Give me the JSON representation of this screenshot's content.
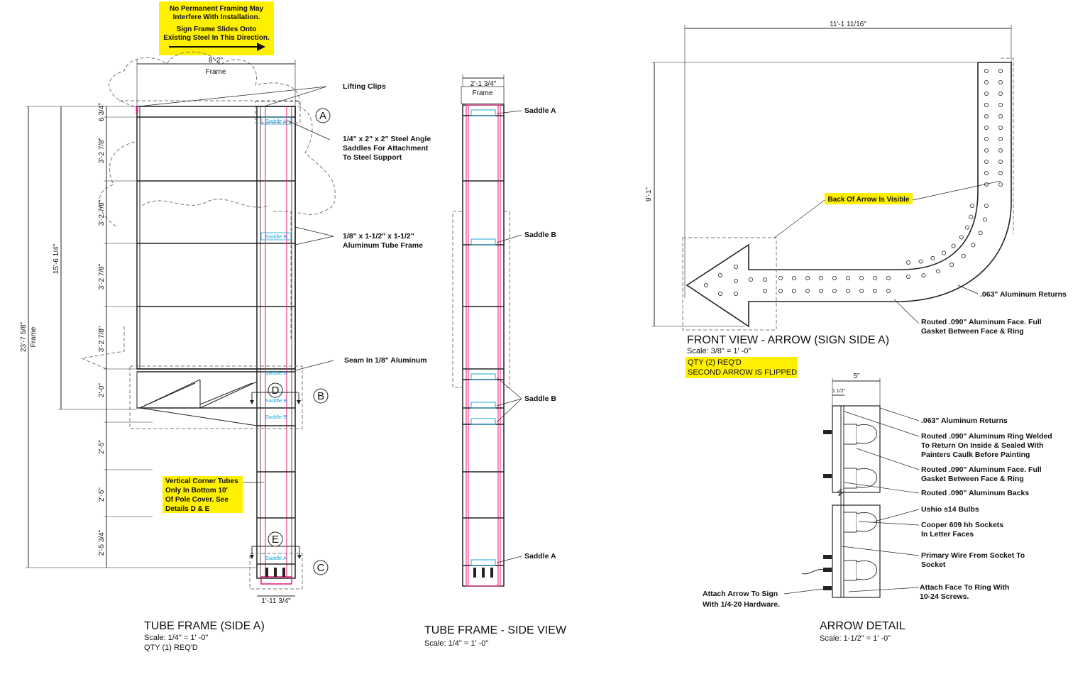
{
  "colors": {
    "highlight": "#ffef00",
    "magenta": "#e8177a",
    "cyan": "#1aa3d6",
    "line": "#222222",
    "dashed": "#777777"
  },
  "note_top": {
    "line1": "No Permanent Framing May",
    "line2": "Interfere With Installation.",
    "line3": "Sign Frame Slides Onto",
    "line4": "Existing Steel In This Direction."
  },
  "tube_frame": {
    "title": "TUBE FRAME (SIDE A)",
    "scale": "Scale: 1/4\" = 1' -0\"",
    "qty": "QTY (1) REQ'D",
    "dim_width": "8'-2\"",
    "dim_width_sub": "Frame",
    "dim_overall": "23'-7 5/8\"",
    "dim_overall_sub": "Frame",
    "dim_upper": "15'-6 1/4\"",
    "dim_bottom_width": "1'-11 3/4\"",
    "segments": [
      "6 3/4\"",
      "3'-2 7/8\"",
      "3'-2 7/8\"",
      "3'-2 7/8\"",
      "3'-2 7/8\"",
      "2'-0\"",
      "2'-5\"",
      "2'-5\"",
      "2'-5 3/4\""
    ],
    "callouts": {
      "lifting": "Lifting Clips",
      "saddle_l1": "1/4\" x 2\" x 2\" Steel Angle",
      "saddle_l2": "Saddles For Attachment",
      "saddle_l3": "To Steel Support",
      "tube_l1": "1/8\" x 1-1/2\" x 1-1/2\"",
      "tube_l2": "Aluminum Tube Frame",
      "seam": "Seam In 1/8\" Aluminum"
    },
    "vert_note": {
      "l1": "Vertical Corner Tubes",
      "l2": "Only In Bottom 10'",
      "l3": "Of Pole Cover. See",
      "l4": "Details D & E"
    },
    "saddle_tags": {
      "a": "Saddle A",
      "b": "Saddle B"
    },
    "detail_tags": {
      "A": "A",
      "B": "B",
      "C": "C",
      "D": "D",
      "E": "E"
    }
  },
  "side_view": {
    "title": "TUBE FRAME - SIDE VIEW",
    "scale": "Scale: 1/4\" = 1' -0\"",
    "dim": "2'-1 3/4\"",
    "dim_sub": "Frame",
    "labels": {
      "top": "Saddle A",
      "mid": "Saddle B",
      "lower": "Saddle B",
      "bottom": "Saddle A"
    }
  },
  "arrow_front": {
    "title": "FRONT VIEW - ARROW (SIGN SIDE A)",
    "scale": "Scale: 3/8\" = 1' -0\"",
    "qty": "QTY (2) REQ'D",
    "flip": "SECOND ARROW IS FLIPPED",
    "dim_width": "11'-1 11/16\"",
    "dim_height": "9'-1\"",
    "back_note": "Back Of Arrow Is Visible",
    "returns": ".063\" Aluminum Returns",
    "face_l1": "Routed .090\" Aluminum Face. Full",
    "face_l2": "Gasket Between Face & Ring"
  },
  "arrow_detail": {
    "title": "ARROW DETAIL",
    "scale": "Scale: 1-1/2\" = 1' -0\"",
    "dim_width": "5\"",
    "dim_small": "1 1/2\"",
    "notes": {
      "n1": ".063\" Aluminum Returns",
      "n2a": "Routed .090\" Aluminum Ring Welded",
      "n2b": "To Return On Inside & Sealed With",
      "n2c": "Painters Caulk Before Painting",
      "n3a": "Routed .090\" Aluminum Face. Full",
      "n3b": "Gasket Between Face & Ring",
      "n4": "Routed .090\" Aluminum Backs",
      "n5": "Ushio s14 Bulbs",
      "n6a": "Cooper 609 hh Sockets",
      "n6b": "In Letter Faces",
      "n7a": "Primary Wire From Socket To",
      "n7b": "Socket",
      "n8a": "Attach Face To Ring With",
      "n8b": "10-24 Screws.",
      "n9a": "Attach Arrow To Sign",
      "n9b": "With 1/4-20 Hardware."
    }
  }
}
